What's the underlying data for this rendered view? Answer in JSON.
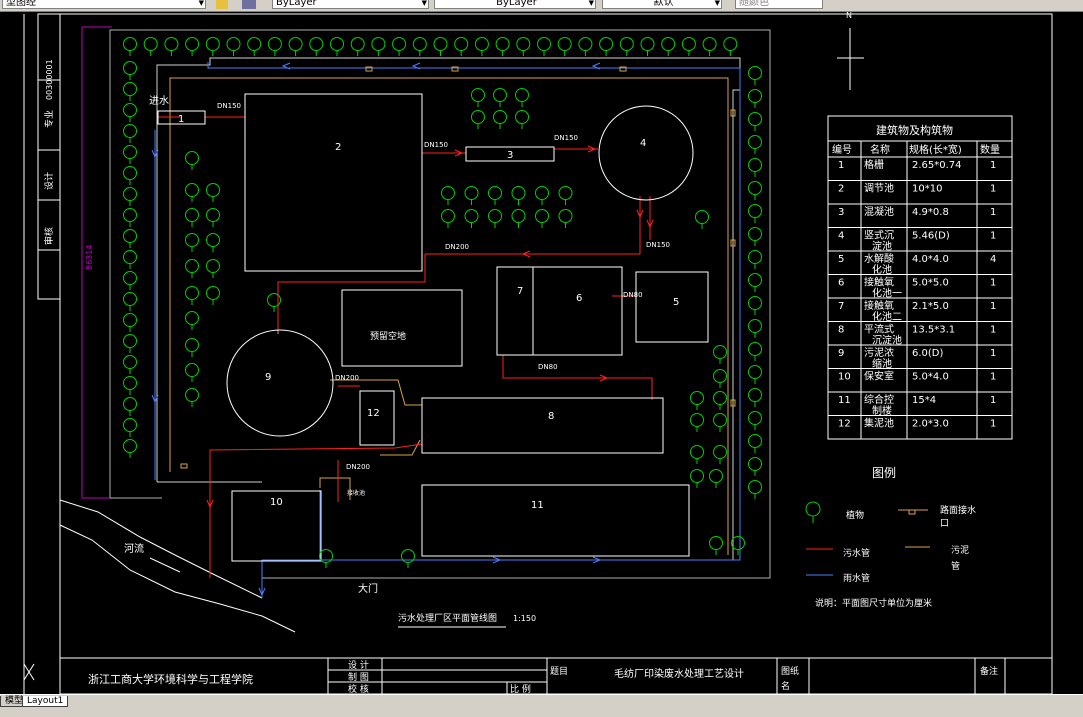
{
  "toolbar": {
    "layer_text": "型图经",
    "linetype_text": "ByLayer",
    "lineweight_text": "ByLayer",
    "color_text": "默认",
    "plot_text": "随颜色"
  },
  "tabs": {
    "model": "模型",
    "layout1": "Layout1"
  },
  "plan": {
    "north": "N",
    "left_dim": "86314",
    "water_inlet": "进水",
    "river": "河流",
    "gate": "大门",
    "reserved": "预留空地",
    "title": "污水处理厂区平面管线图",
    "scale": "1:150",
    "units_note": "说明：平面图尺寸单位为厘米",
    "pipes": [
      "DN150",
      "DN150",
      "DN150",
      "DN150",
      "DN200",
      "DN80",
      "DN80",
      "DN200",
      "DN200"
    ],
    "structure_numbers": [
      "1",
      "2",
      "3",
      "4",
      "5",
      "6",
      "7",
      "8",
      "9",
      "10",
      "11",
      "12"
    ],
    "drain_label": "接收池"
  },
  "table": {
    "title": "建筑物及构筑物",
    "headers": [
      "编号",
      "名称",
      "规格(长*宽)",
      "数量"
    ],
    "rows": [
      {
        "no": "1",
        "name": "格栅",
        "name2": "",
        "spec": "2.65*0.74",
        "qty": "1"
      },
      {
        "no": "2",
        "name": "调节池",
        "name2": "",
        "spec": "10*10",
        "qty": "1"
      },
      {
        "no": "3",
        "name": "混凝池",
        "name2": "",
        "spec": "4.9*0.8",
        "qty": "1"
      },
      {
        "no": "4",
        "name": "竖式沉",
        "name2": "淀池",
        "spec": "5.46(D)",
        "qty": "1"
      },
      {
        "no": "5",
        "name": "水解酸",
        "name2": "化池",
        "spec": "4.0*4.0",
        "qty": "4"
      },
      {
        "no": "6",
        "name": "接触氧",
        "name2": "化池一",
        "spec": "5.0*5.0",
        "qty": "1"
      },
      {
        "no": "7",
        "name": "接触氧",
        "name2": "化池二",
        "spec": "2.1*5.0",
        "qty": "1"
      },
      {
        "no": "8",
        "name": "平流式",
        "name2": "沉淀池",
        "spec": "13.5*3.1",
        "qty": "1"
      },
      {
        "no": "9",
        "name": "污泥浓",
        "name2": "缩池",
        "spec": "6.0(D)",
        "qty": "1"
      },
      {
        "no": "10",
        "name": "保安室",
        "name2": "",
        "spec": "5.0*4.0",
        "qty": "1"
      },
      {
        "no": "11",
        "name": "综合控",
        "name2": "制楼",
        "spec": "15*4",
        "qty": "1"
      },
      {
        "no": "12",
        "name": "集泥池",
        "name2": "",
        "spec": "2.0*3.0",
        "qty": "1"
      }
    ]
  },
  "legend": {
    "title": "图例",
    "plant": "植物",
    "road_drain_1": "路面接水",
    "road_drain_2": "口",
    "sewage": "污水管",
    "sludge_1": "污泥",
    "sludge_2": "管",
    "rain": "雨水管"
  },
  "titleblock": {
    "school": "浙江工商大学环境科学与工程学院",
    "design": "设 计",
    "draw": "制 图",
    "check": "校 核",
    "ratio": "比 例",
    "topic_label": "题目",
    "topic": "毛纺厂印染废水处理工艺设计",
    "sheet_1": "图纸",
    "sheet_2": "名",
    "remark": "备注"
  },
  "side": {
    "label_a": "专业",
    "label_b": "设计",
    "label_c": "审核",
    "number": "00300001"
  },
  "colors": {
    "sewage": "#ff2020",
    "sludge": "#d9a441",
    "rain": "#4a7dff",
    "plant": "#00d000",
    "wall": "#b0b0b0",
    "line": "#ffffff",
    "dim": "#c000c0"
  }
}
